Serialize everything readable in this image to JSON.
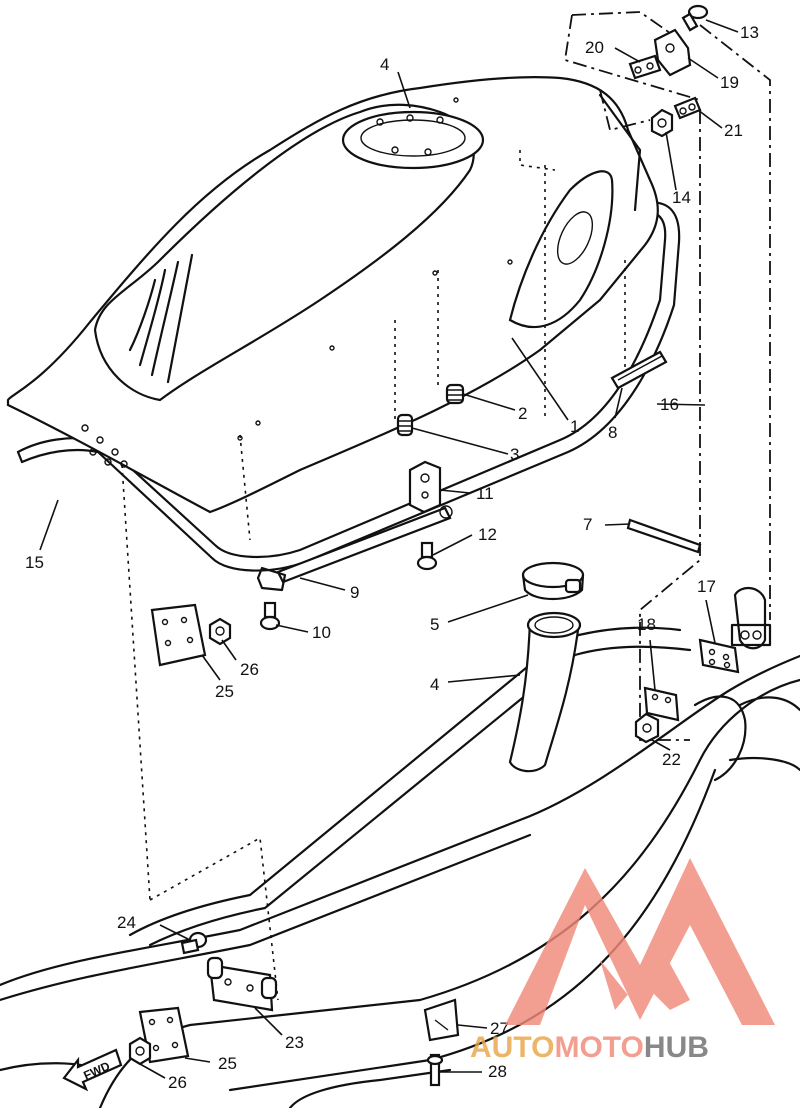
{
  "callouts": {
    "c1": "1",
    "c2": "2",
    "c3": "3",
    "c4a": "4",
    "c4b": "4",
    "c5": "5",
    "c7": "7",
    "c8": "8",
    "c9": "9",
    "c10": "10",
    "c11": "11",
    "c12": "12",
    "c13": "13",
    "c14": "14",
    "c15": "15",
    "c16": "16",
    "c17": "17",
    "c18": "18",
    "c19": "19",
    "c20": "20",
    "c21": "21",
    "c22": "22",
    "c23": "23",
    "c24": "24",
    "c25a": "25",
    "c25b": "25",
    "c26a": "26",
    "c26b": "26",
    "c27": "27",
    "c28": "28"
  },
  "fwd_label": "FWD",
  "watermark": {
    "part1": "AUTO",
    "part2": "MOTO",
    "part3": "HUB",
    "color_primary": "#f08a7a",
    "color_secondary": "#e9a548",
    "color_tertiary": "#6e6e6e"
  }
}
